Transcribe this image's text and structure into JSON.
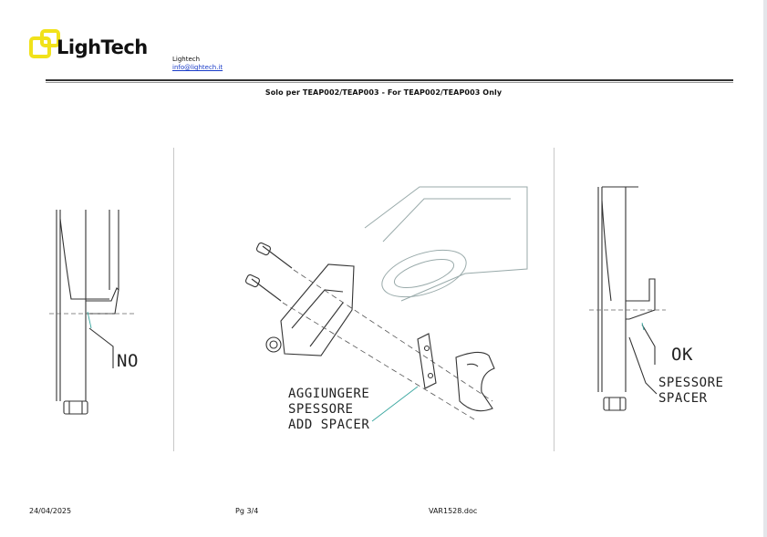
{
  "header": {
    "brand": "LighTech",
    "company_name": "Lightech",
    "email": "info@lightech.it"
  },
  "subtitle": "Solo per TEAP002/TEAP003  - For TEAP002/TEAP003 Only",
  "figures": {
    "left_label": "NO",
    "center_label_line1": "AGGIUNGERE",
    "center_label_line2": "SPESSORE",
    "center_label_line3": "ADD SPACER",
    "right_label_ok": "OK",
    "right_label_line1": "SPESSORE",
    "right_label_line2": "SPACER"
  },
  "footer": {
    "date": "24/04/2025",
    "page": "Pg 3/4",
    "filename": "VAR1528.doc"
  },
  "colors": {
    "logo_yellow": "#f1e21a",
    "leader_teal": "#3aa7a0"
  }
}
